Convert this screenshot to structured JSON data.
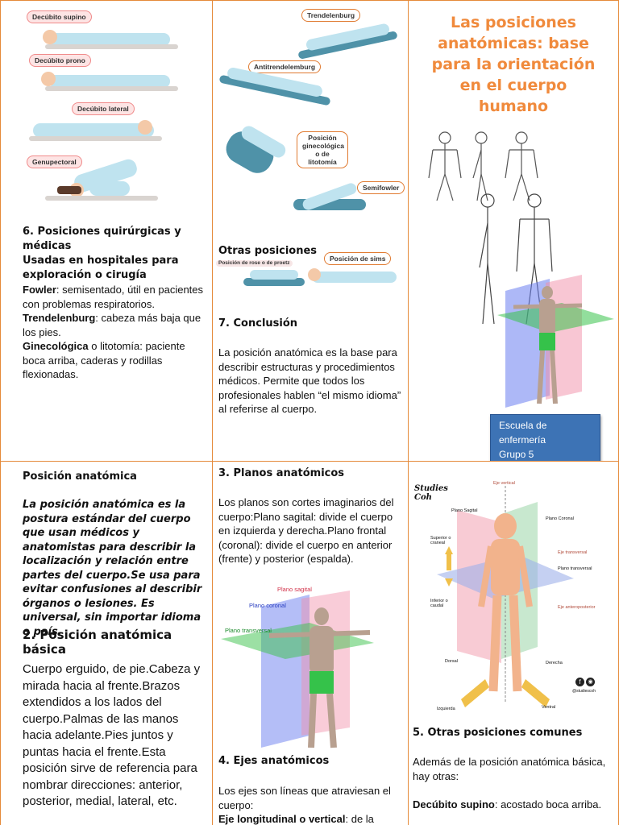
{
  "panel1": {
    "labels": {
      "supino": "Decúbito supino",
      "prono": "Decúbito prono",
      "lateral": "Decúbito lateral",
      "genupectoral": "Genupectoral"
    },
    "heading_line1": "6. Posiciones quirúrgicas y médicas",
    "heading_line2": "Usadas en hospitales para exploración o cirugía",
    "items": [
      {
        "term": "Fowler",
        "text": ": semisentado, útil en pacientes con problemas respiratorios."
      },
      {
        "term": "Trendelenburg",
        "text": ": cabeza más baja que los pies."
      },
      {
        "term": "Ginecológica",
        "text": " o litotomía: paciente boca arriba, caderas y rodillas flexionadas."
      }
    ]
  },
  "panel2": {
    "labels": {
      "trendelenburg": "Trendelenburg",
      "antitrendelenburg": "Antitrendelemburg",
      "ginecologica": "Posición ginecológica o de litotomía",
      "semifowler": "Semifowler",
      "rose": "Posición de rose o de proetz",
      "sims": "Posición de sims"
    },
    "otras_heading": "Otras posiciones",
    "conclusion_heading": "7. Conclusión",
    "conclusion_text": "La posición anatómica es la base para describir estructuras y procedimientos médicos. Permite que todos los profesionales hablen “el mismo idioma” al referirse al cuerpo."
  },
  "panel3": {
    "title": "Las posiciones anatómicas: base para la orientación en el cuerpo humano",
    "badge_line1": "Escuela de enfermería",
    "badge_line2": "Grupo 5"
  },
  "panel4": {
    "heading": "Posición anatómica",
    "definition": "La posición anatómica es la postura estándar del cuerpo que usan médicos y anatomistas para describir la localización y relación entre partes del cuerpo.Se usa para evitar confusiones al describir órganos o lesiones. Es universal, sin importar idioma o país.",
    "heading2": "2. Posición anatómica básica",
    "text2": "Cuerpo erguido, de pie.Cabeza y mirada hacia al frente.Brazos extendidos a los lados del cuerpo.Palmas de las manos hacia adelante.Pies juntos y puntas hacia el frente.Esta posición sirve de referencia para nombrar direcciones: anterior, posterior, medial, lateral, etc."
  },
  "panel5": {
    "heading": "3. Planos anatómicos",
    "text": "Los planos son cortes imaginarios del cuerpo:Plano sagital: divide el cuerpo en izquierda y derecha.Plano frontal (coronal): divide el cuerpo en anterior (frente) y posterior (espalda).",
    "plane_labels": {
      "sagital": "Plano sagital",
      "coronal": "Plano coronal",
      "transversal": "Plano transversal"
    },
    "heading2": "4. Ejes anatómicos",
    "text2": "Los ejes son líneas que atraviesan el cuerpo:",
    "text3_term": "Eje longitudinal o vertical",
    "text3_rest": ": de la"
  },
  "panel6": {
    "studies_logo": "Studies Coh",
    "axis_labels": {
      "eje_vertical": "Eje vertical",
      "plano_sagital": "Plano Sagital",
      "plano_coronal": "Plano Coronal",
      "superior": "Superior o craneal",
      "eje_transversal": "Eje transversal",
      "plano_transversal": "Plano transversal",
      "inferior": "Inferior o caudal",
      "eje_anteroposterior": "Eje anteroposterior",
      "dorsal": "Dorsal",
      "derecha": "Derecha",
      "izquierda": "Izquierda",
      "ventral": "Ventral",
      "handle": "@studiescoh"
    },
    "heading": "5. Otras posiciones comunes",
    "text": "Además de la posición anatómica básica, hay otras:",
    "supino_term": "Decúbito supino",
    "supino_rest": ": acostado boca arriba."
  }
}
